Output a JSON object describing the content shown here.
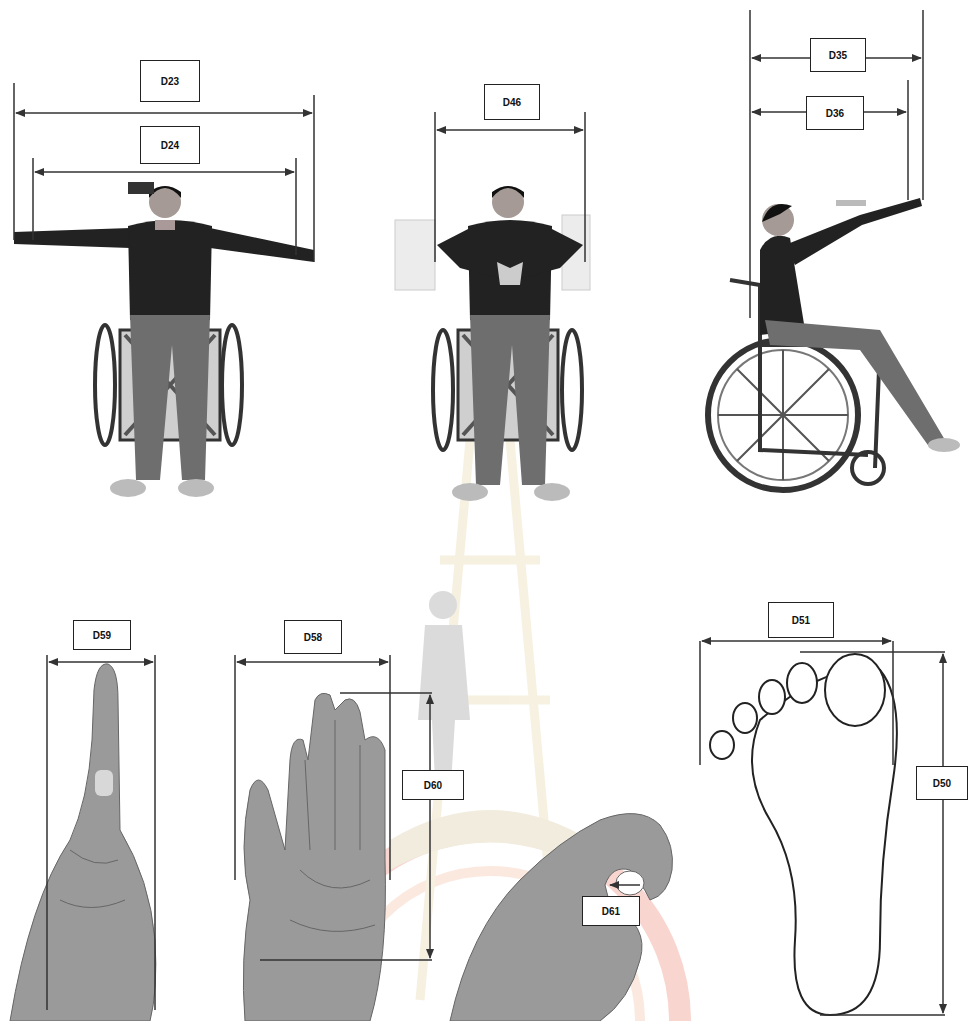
{
  "diagram": {
    "nodes": [
      {
        "text": [
          "D23"
        ]
      },
      {
        "text": [
          "D24"
        ]
      },
      {
        "text": [
          "D46"
        ]
      },
      {
        "text": [
          "D35"
        ]
      },
      {
        "text": [
          "D36"
        ]
      },
      {
        "text": [
          "D59"
        ]
      },
      {
        "text": [
          "D58"
        ]
      },
      {
        "text": [
          "D60"
        ]
      },
      {
        "text": [
          "D61"
        ]
      },
      {
        "text": [
          "D51"
        ]
      },
      {
        "text": [
          "D50"
        ]
      }
    ]
  }
}
